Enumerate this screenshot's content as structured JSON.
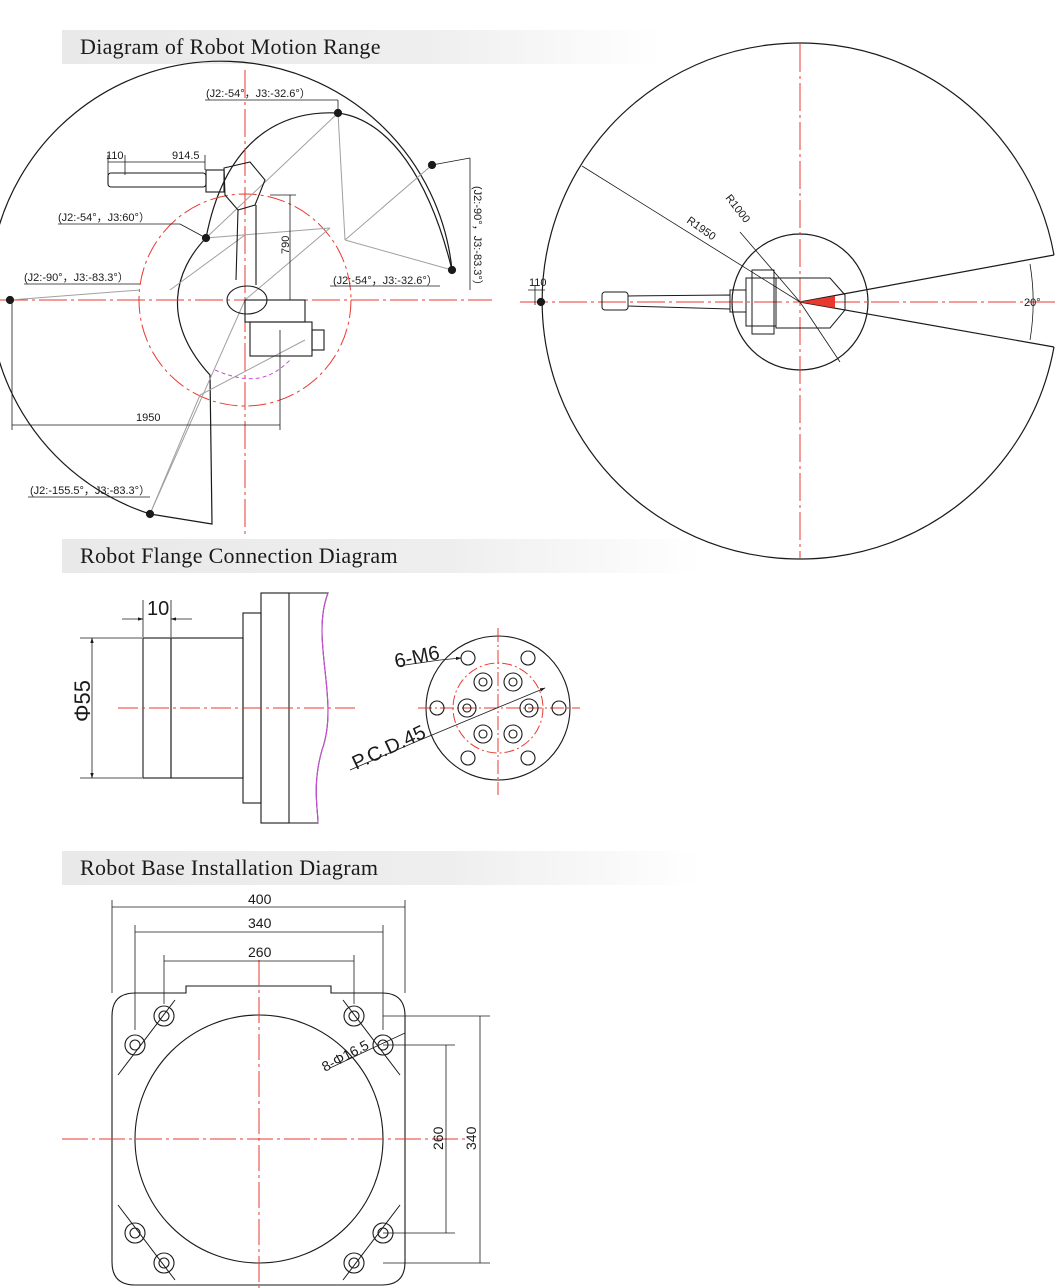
{
  "sections": {
    "motion": {
      "title": "Diagram of Robot Motion Range"
    },
    "flange": {
      "title": "Robot Flange Connection Diagram"
    },
    "base": {
      "title": "Robot Base Installation Diagram"
    }
  },
  "motion_labels": {
    "p1": "(J2:-54°，J3:-32.6°）",
    "p2": "(J2:-54°，J3:60°）",
    "p3": "(J2:-90°，J3:-83.3°）",
    "p4": "(J2:-54°，J3:-32.6°）",
    "p5": "(J2:-90°，J3:-83.3°）",
    "p6": "(J2:-155.5°，J3:-83.3°）",
    "d110": "110",
    "d914": "914.5",
    "d790": "790",
    "d1950": "1950",
    "d110b": "110",
    "r1950": "R1950",
    "r1000": "R1000",
    "angle20": "20°"
  },
  "flange_labels": {
    "d10": "10",
    "phi55": "Φ55",
    "m6": "6-M6",
    "pcd": "P.C.D.45"
  },
  "base_labels": {
    "w400": "400",
    "w340": "340",
    "w260": "260",
    "holes": "8-Φ16.5",
    "h260": "260",
    "h340": "340"
  },
  "colors": {
    "line": "#1a1a1a",
    "center": "#e8392f",
    "gray": "#a0a0a0",
    "magenta": "#c94fd6"
  }
}
